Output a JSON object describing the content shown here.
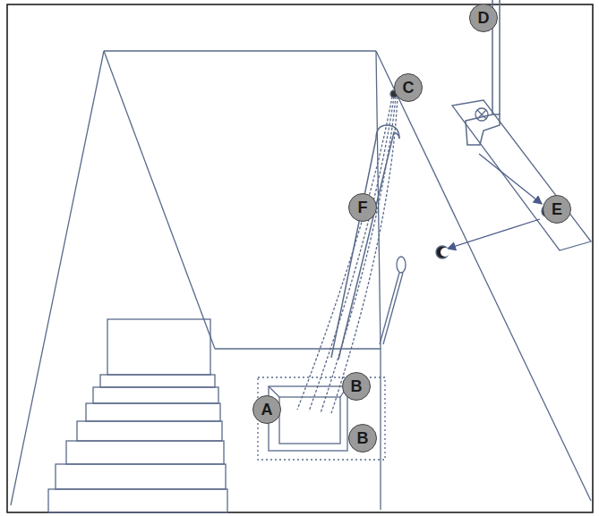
{
  "diagram": {
    "nodes": [
      {
        "text": [
          "D"
        ]
      },
      {
        "text": [
          "C"
        ]
      },
      {
        "text": [
          "F"
        ]
      },
      {
        "text": [
          "E"
        ]
      },
      {
        "text": [
          "B"
        ]
      },
      {
        "text": [
          "A"
        ]
      },
      {
        "text": [
          "B"
        ]
      }
    ]
  }
}
